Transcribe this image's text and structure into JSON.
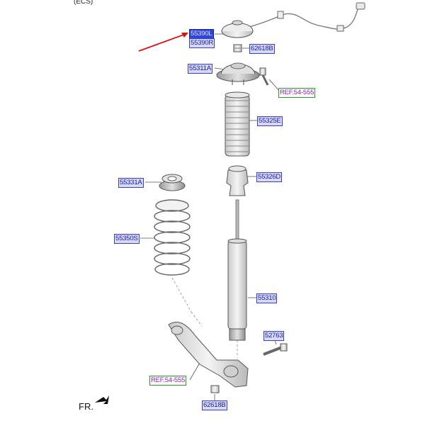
{
  "header": {
    "tag": "(ECS)"
  },
  "fr_label": "FR.",
  "labels": {
    "p55390l": "55390L",
    "p55390r": "55390R",
    "p62618b_top": "62618B",
    "p55311a": "55311A",
    "ref_top": "REF.54-555",
    "p55325e": "55325E",
    "p55331a": "55331A",
    "p55326d": "55326D",
    "p55350s": "55350S",
    "p55310": "55310",
    "p52763": "52763",
    "ref_bottom": "REF.54-555",
    "p62618b_bottom": "62618B"
  },
  "colors": {
    "pointer_arrow": "#e01010",
    "label_fill": "#d6daf7",
    "label_border": "#3b3fd0",
    "label_text": "#1a1aa6",
    "selected_fill": "#2e44e0",
    "ref_text": "#8a1fb0",
    "ref_border": "#2a9a2a"
  }
}
